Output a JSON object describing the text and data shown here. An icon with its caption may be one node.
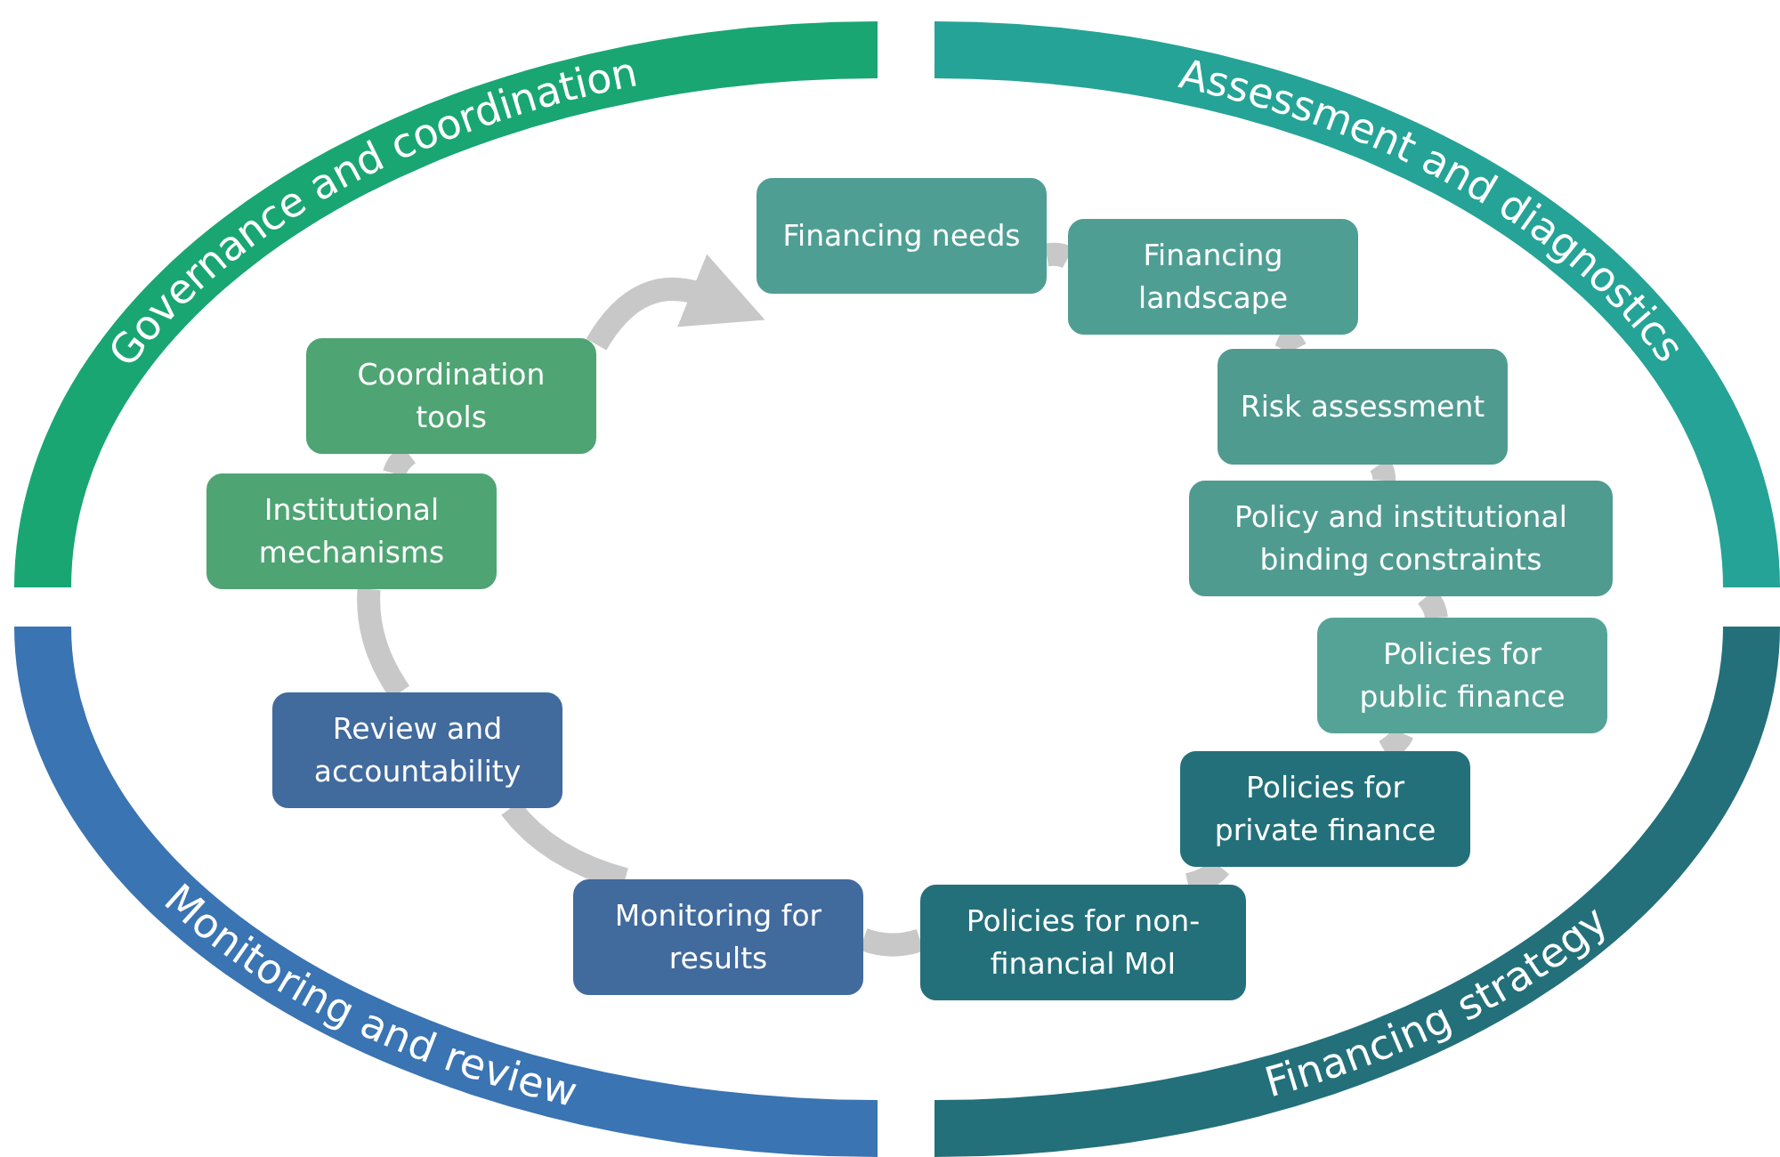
{
  "diagram": {
    "nodes": [
      {
        "text": [
          "Governance and coordination"
        ]
      },
      {
        "text": [
          "Assessment and diagnostics"
        ]
      },
      {
        "text": [
          "Monitoring and review"
        ]
      },
      {
        "text": [
          "Financing strategy"
        ]
      },
      {
        "text": [
          "Financing needs"
        ]
      },
      {
        "text": [
          "Financing landscape"
        ]
      },
      {
        "text": [
          "Risk assessment"
        ]
      },
      {
        "text": [
          "Policy and institutional binding constraints"
        ]
      },
      {
        "text": [
          "Policies for public finance"
        ]
      },
      {
        "text": [
          "Policies for private finance"
        ]
      },
      {
        "text": [
          "Policies for non-financial MoI"
        ]
      },
      {
        "text": [
          "Monitoring for results"
        ]
      },
      {
        "text": [
          "Review and accountability"
        ]
      },
      {
        "text": [
          "Institutional mechanisms"
        ]
      },
      {
        "text": [
          "Coordination tools"
        ]
      }
    ],
    "edges": [
      {
        "from": 4,
        "to": 5,
        "arrow": "none"
      },
      {
        "from": 5,
        "to": 6,
        "arrow": "none"
      },
      {
        "from": 6,
        "to": 7,
        "arrow": "none"
      },
      {
        "from": 7,
        "to": 8,
        "arrow": "none"
      },
      {
        "from": 8,
        "to": 9,
        "arrow": "none"
      },
      {
        "from": 9,
        "to": 10,
        "arrow": "none"
      },
      {
        "from": 10,
        "to": 11,
        "arrow": "none"
      },
      {
        "from": 11,
        "to": 12,
        "arrow": "none"
      },
      {
        "from": 12,
        "to": 13,
        "arrow": "none"
      },
      {
        "from": 13,
        "to": 14,
        "arrow": "none"
      },
      {
        "from": 14,
        "to": 4,
        "arrow": "to"
      }
    ]
  }
}
